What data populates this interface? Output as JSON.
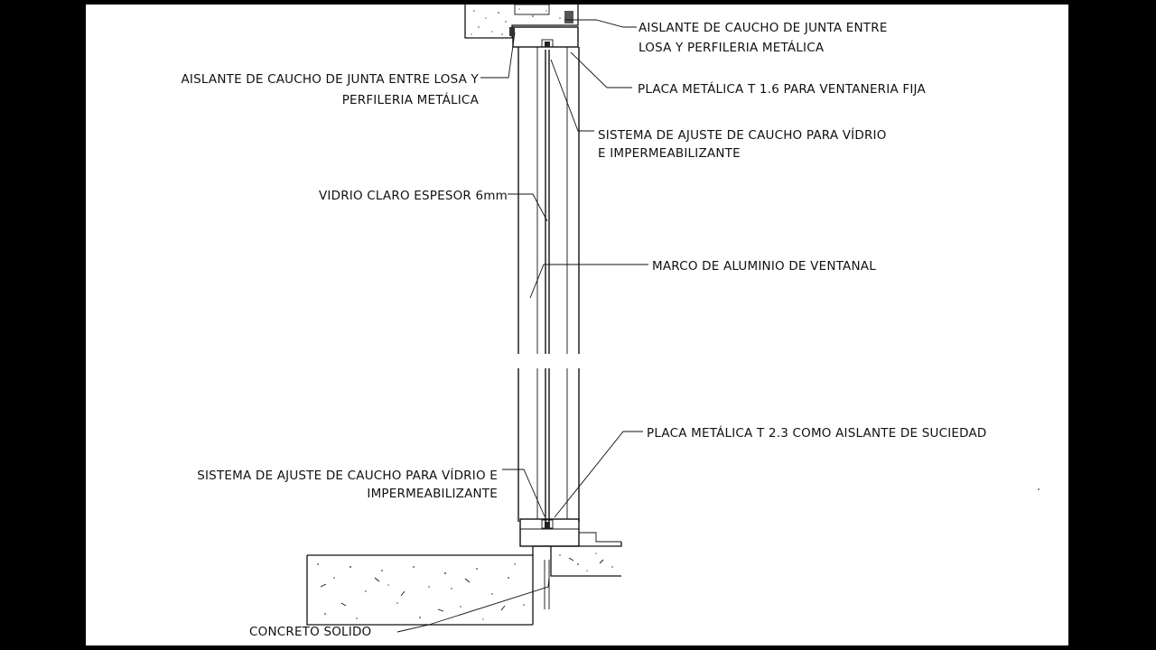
{
  "drawing": {
    "labels": {
      "top_right_rubber": [
        "AISLANTE DE CAUCHO DE JUNTA ENTRE",
        "LOSA Y PERFILERIA METÁLICA"
      ],
      "top_left_rubber": [
        "AISLANTE DE CAUCHO DE JUNTA ENTRE LOSA Y",
        "PERFILERIA METÁLICA"
      ],
      "plate_t16": "PLACA METÁLICA T 1.6  PARA VENTANERIA FIJA",
      "rubber_system_top": [
        "SISTEMA DE AJUSTE DE CAUCHO PARA VÍDRIO",
        "E IMPERMEABILIZANTE"
      ],
      "glass": "VIDRIO CLARO ESPESOR 6mm",
      "frame": "MARCO DE ALUMINIO DE VENTANAL",
      "plate_t23": "PLACA METÁLICA T 2.3 COMO AISLANTE DE SUCIEDAD",
      "rubber_system_bottom": [
        "SISTEMA DE AJUSTE DE CAUCHO PARA VÍDRIO E",
        "IMPERMEABILIZANTE"
      ],
      "concrete": "CONCRETO SOLIDO"
    }
  }
}
